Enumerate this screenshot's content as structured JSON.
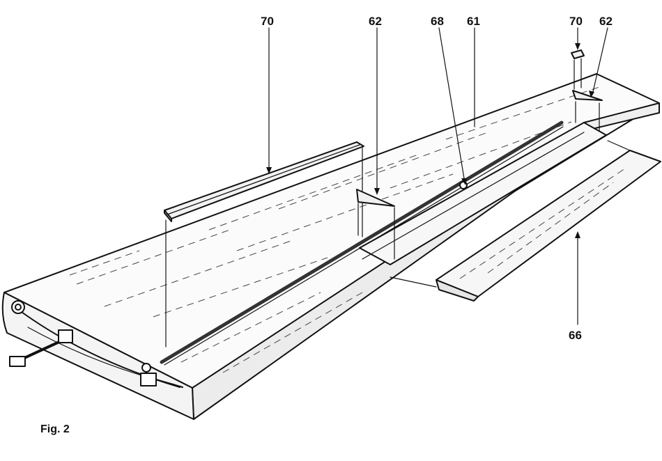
{
  "figure": {
    "caption": "Fig. 2",
    "labels": {
      "spar_cap_left": "70",
      "spar_cap_right": "70",
      "horn_left": "62",
      "horn_right": "62",
      "hinge_wire": "68",
      "wing_panel": "61",
      "aileron": "66"
    },
    "colors": {
      "ink": "#111111",
      "paper": "#ffffff",
      "shade": "#e9e9e9"
    }
  }
}
